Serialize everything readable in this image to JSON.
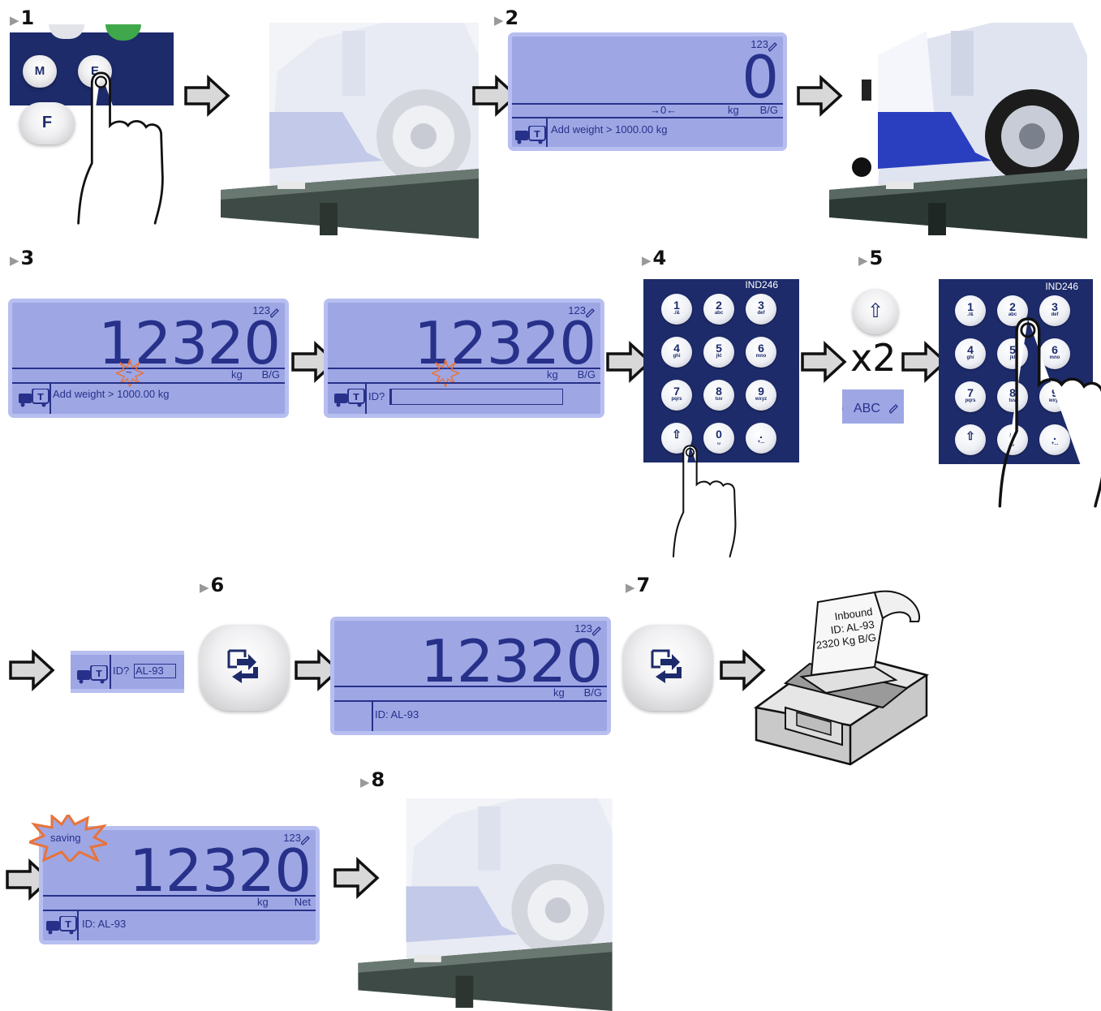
{
  "steps": [
    "1",
    "2",
    "3",
    "4",
    "5",
    "6",
    "7",
    "8"
  ],
  "display": {
    "counter": "123",
    "zero_value": "0",
    "zero_indicator": "→0←",
    "unit": "kg",
    "mode_gross": "B/G",
    "mode_net": "Net",
    "add_weight_prompt": "Add weight > 1000.00 kg",
    "weight_value": "12320",
    "id_prompt": "ID?",
    "id_entered": "AL-93",
    "id_result": "ID: AL-93",
    "saving_label": "saving",
    "motion_symbol": "~"
  },
  "keypad": {
    "model": "IND246",
    "keys": [
      {
        "n": "1",
        "l": "./&"
      },
      {
        "n": "2",
        "l": "abc"
      },
      {
        "n": "3",
        "l": "def"
      },
      {
        "n": "4",
        "l": "ghi"
      },
      {
        "n": "5",
        "l": "jkl"
      },
      {
        "n": "6",
        "l": "mno"
      },
      {
        "n": "7",
        "l": "pqrs"
      },
      {
        "n": "8",
        "l": "tuv"
      },
      {
        "n": "9",
        "l": "wxyz"
      },
      {
        "n": "⇧",
        "l": ""
      },
      {
        "n": "0",
        "l": "␣"
      },
      {
        "n": ".",
        "l": "+..."
      }
    ],
    "mode_label": "ABC",
    "press_count": "x2"
  },
  "front_keys": {
    "m": "M",
    "f": "F",
    "e": "E"
  },
  "printer_ticket": [
    "Inbound",
    "ID: AL-93",
    "2320 Kg B/G"
  ],
  "colors": {
    "lcd_bg": "#9ea7e4",
    "lcd_text": "#27318a",
    "keypad_bg": "#1d2b6b",
    "burst": "#e8733a",
    "truck_blue": "#2a3fbf"
  }
}
